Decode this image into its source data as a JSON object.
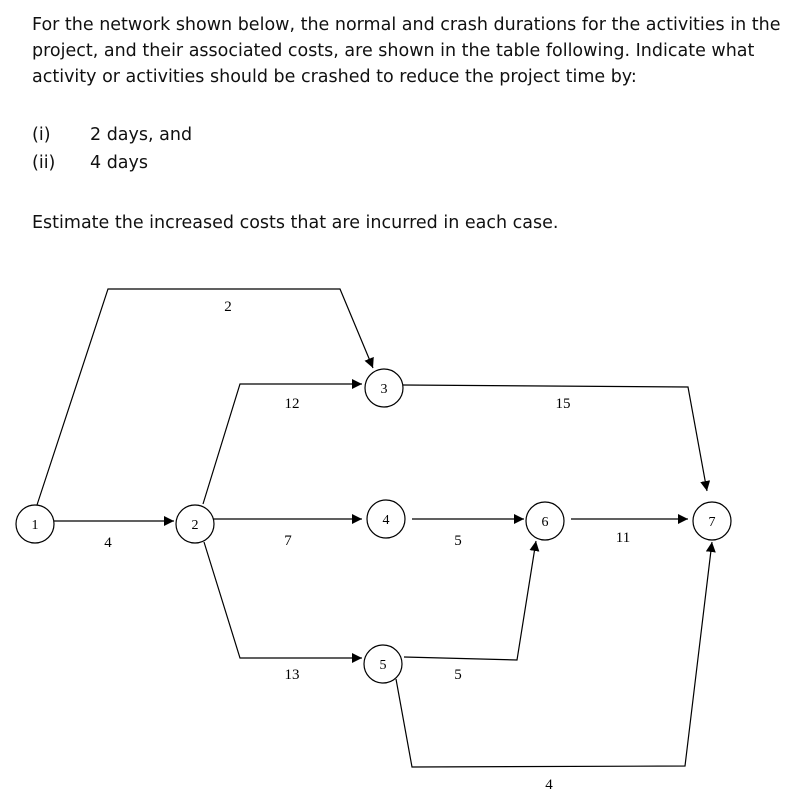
{
  "question": {
    "intro": "For the network shown below, the normal and crash durations for the activities in the project, and their associated costs, are shown in the table following. Indicate what activity or activities should be crashed to reduce the project time by:",
    "items": [
      {
        "num": "(i)",
        "text": "2 days, and"
      },
      {
        "num": "(ii)",
        "text": "4 days"
      }
    ],
    "estimate": "Estimate the increased costs that are incurred in each case."
  },
  "network": {
    "nodes": [
      "1",
      "2",
      "3",
      "4",
      "5",
      "6",
      "7"
    ],
    "edges": [
      {
        "from": "1",
        "to": "3",
        "duration": "2"
      },
      {
        "from": "1",
        "to": "2",
        "duration": "4"
      },
      {
        "from": "2",
        "to": "3",
        "duration": "12"
      },
      {
        "from": "2",
        "to": "4",
        "duration": "7"
      },
      {
        "from": "2",
        "to": "5",
        "duration": "13"
      },
      {
        "from": "3",
        "to": "7",
        "duration": "15"
      },
      {
        "from": "4",
        "to": "6",
        "duration": "5"
      },
      {
        "from": "5",
        "to": "6",
        "duration": "5"
      },
      {
        "from": "5",
        "to": "7",
        "duration": "4"
      },
      {
        "from": "6",
        "to": "7",
        "duration": "11"
      }
    ]
  }
}
